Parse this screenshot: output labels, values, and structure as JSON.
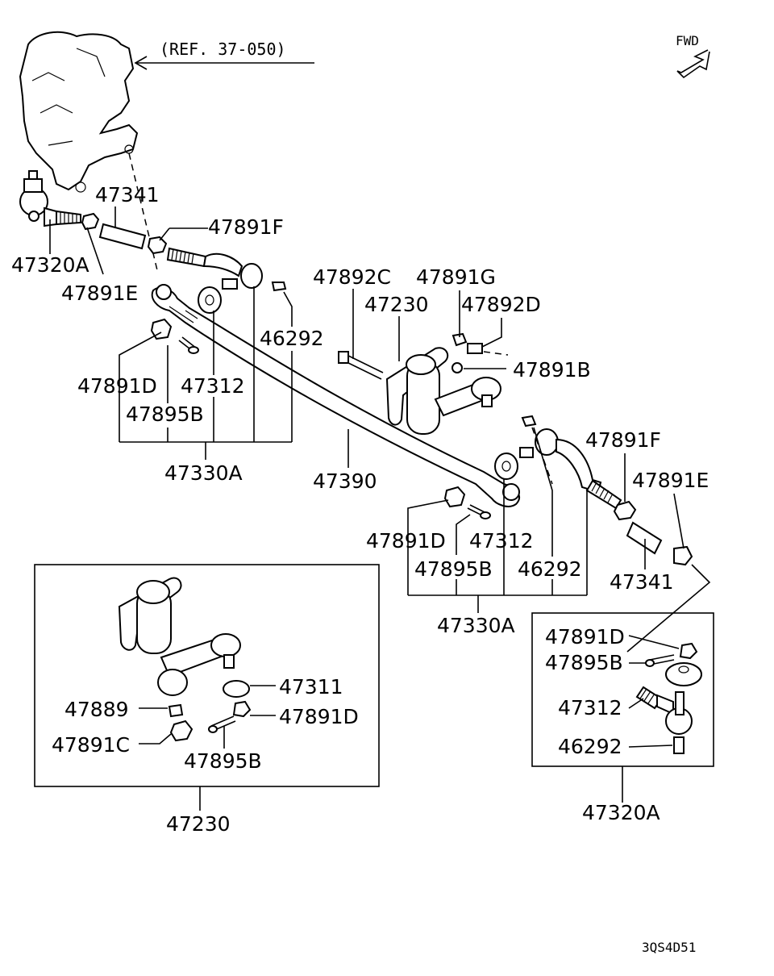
{
  "diagram": {
    "ref_label": "(REF. 37-050)",
    "fwd_label": "FWD",
    "footer_code": "3QS4D51",
    "labels": {
      "p47341_top": "47341",
      "p47891F_top": "47891F",
      "p47320A_top": "47320A",
      "p47891E_top": "47891E",
      "p47892C": "47892C",
      "p47891G": "47891G",
      "p47230_mid": "47230",
      "p47892D": "47892D",
      "p46292_top": "46292",
      "p47891B": "47891B",
      "p47891D_left": "47891D",
      "p47312_left": "47312",
      "p47895B_left": "47895B",
      "p47330A_left": "47330A",
      "p47390": "47390",
      "p47891F_right": "47891F",
      "p47891E_right": "47891E",
      "p47891D_mid": "47891D",
      "p47312_mid": "47312",
      "p47895B_mid": "47895B",
      "p46292_mid": "46292",
      "p47341_right": "47341",
      "p47330A_right": "47330A",
      "p47891D_box": "47891D",
      "p47895B_box": "47895B",
      "p47312_box": "47312",
      "p46292_box": "46292",
      "p47320A_bottom": "47320A",
      "p47311": "47311",
      "p47889": "47889",
      "p47891D_inset": "47891D",
      "p47891C": "47891C",
      "p47895B_inset": "47895B",
      "p47230_bottom": "47230"
    }
  }
}
